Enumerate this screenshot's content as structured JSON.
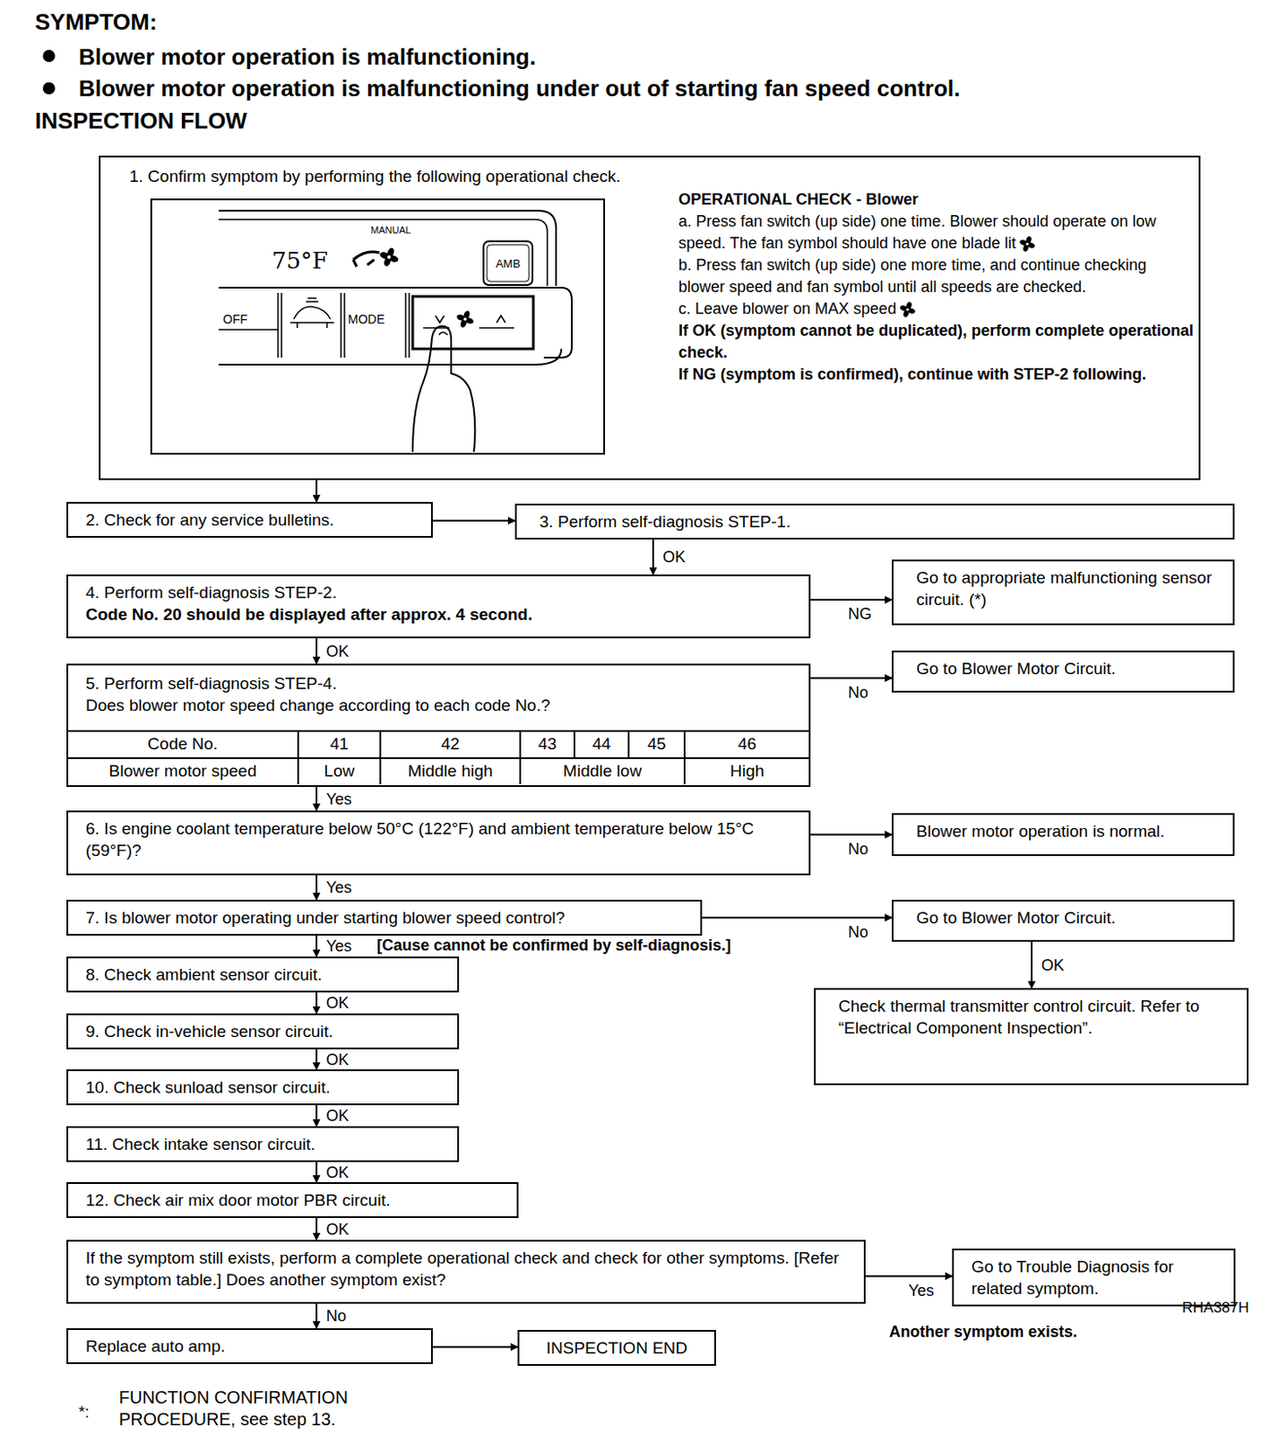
{
  "diagram": {
    "title": "SYMPTOM:",
    "nodes": [
      {
        "text": [
          "1. Confirm symptom by performing the following operational check.",
          "OPERATIONAL CHECK - Blower",
          "a. Press fan switch (up side) one time. Blower should operate on low speed. The fan symbol should have one blade lit",
          "b. Press fan switch (up side) one more time, and continue checking blower speed and fan symbol until all speeds are checked.",
          "c. Leave blower on MAX speed",
          "If OK (symptom cannot be duplicated), perform complete operational check.",
          "If NG (symptom is confirmed), continue with STEP-2 following."
        ]
      },
      {
        "text": [
          "2. Check for any service bulletins."
        ]
      },
      {
        "text": [
          "3. Perform self-diagnosis STEP-1."
        ]
      },
      {
        "text": [
          "4. Perform self-diagnosis STEP-2.",
          "Code No. 20 should be displayed after approx. 4 second."
        ]
      },
      {
        "text": [
          "Go to appropriate malfunctioning sensor circuit. (*)"
        ]
      },
      {
        "text": [
          "5. Perform self-diagnosis STEP-4.",
          "Does blower motor speed change according to each code No.?"
        ]
      },
      {
        "text": [
          "Go to Blower Motor Circuit."
        ]
      },
      {
        "text": [
          "6. Is engine coolant temperature below 50°C (122°F) and ambient temperature below 15°C (59°F)?"
        ]
      },
      {
        "text": [
          "Blower motor operation is normal."
        ]
      },
      {
        "text": [
          "7. Is blower motor operating under starting blower speed control?"
        ]
      },
      {
        "text": [
          "Go to Blower Motor Circuit."
        ]
      },
      {
        "text": [
          "Check thermal transmitter control circuit. Refer to “Electrical Component Inspection”."
        ]
      },
      {
        "text": [
          "8. Check ambient sensor circuit."
        ]
      },
      {
        "text": [
          "9. Check in-vehicle sensor circuit."
        ]
      },
      {
        "text": [
          "10. Check sunload sensor circuit."
        ]
      },
      {
        "text": [
          "11. Check intake sensor circuit."
        ]
      },
      {
        "text": [
          "12. Check air mix door motor PBR circuit."
        ]
      },
      {
        "text": [
          "If the symptom still exists, perform a complete operational check and check for other symptoms. [Refer to symptom table.] Does another symptom exist?"
        ]
      },
      {
        "text": [
          "Go to Trouble Diagnosis for related symptom."
        ]
      },
      {
        "text": [
          "Replace auto amp."
        ]
      },
      {
        "text": [
          "INSPECTION END"
        ]
      }
    ],
    "edges": [
      {
        "from": 0,
        "to": 1,
        "arrow": "to"
      },
      {
        "from": 1,
        "to": 2,
        "arrow": "to"
      },
      {
        "from": 2,
        "to": 3,
        "label": "OK",
        "arrow": "to"
      },
      {
        "from": 3,
        "to": 4,
        "label": "NG",
        "arrow": "to"
      },
      {
        "from": 3,
        "to": 5,
        "label": "OK",
        "arrow": "to"
      },
      {
        "from": 5,
        "to": 6,
        "label": "No",
        "arrow": "to"
      },
      {
        "from": 5,
        "to": 7,
        "label": "Yes",
        "arrow": "to"
      },
      {
        "from": 7,
        "to": 8,
        "label": "No",
        "arrow": "to"
      },
      {
        "from": 7,
        "to": 9,
        "label": "Yes",
        "arrow": "to"
      },
      {
        "from": 9,
        "to": 10,
        "label": "No",
        "arrow": "to"
      },
      {
        "from": 9,
        "to": 12,
        "label": "Yes",
        "arrow": "to"
      },
      {
        "from": 10,
        "to": 11,
        "label": "OK",
        "arrow": "to"
      },
      {
        "from": 12,
        "to": 13,
        "label": "OK",
        "arrow": "to"
      },
      {
        "from": 13,
        "to": 14,
        "label": "OK",
        "arrow": "to"
      },
      {
        "from": 14,
        "to": 15,
        "label": "OK",
        "arrow": "to"
      },
      {
        "from": 15,
        "to": 16,
        "label": "OK",
        "arrow": "to"
      },
      {
        "from": 16,
        "to": 17,
        "label": "OK",
        "arrow": "to"
      },
      {
        "from": 17,
        "to": 18,
        "label": "Yes",
        "arrow": "to"
      },
      {
        "from": 17,
        "to": 19,
        "label": "No",
        "arrow": "to"
      },
      {
        "from": 19,
        "to": 20,
        "arrow": "to"
      }
    ],
    "labels": [
      "Blower motor operation is malfunctioning.",
      "Blower motor operation is malfunctioning under out of starting fan speed control.",
      "INSPECTION FLOW",
      "75°F",
      "MANUAL",
      "AMB",
      "OFF",
      "MODE",
      "Code No.",
      "41",
      "42",
      "43",
      "44",
      "45",
      "46",
      "Blower motor speed",
      "Low",
      "Middle high",
      "Middle low",
      "High",
      "[Cause cannot be confirmed by self-diagnosis.]",
      "Another symptom exists.",
      "*:",
      "FUNCTION CONFIRMATION PROCEDURE, see step 13.",
      "RHA387H"
    ]
  }
}
